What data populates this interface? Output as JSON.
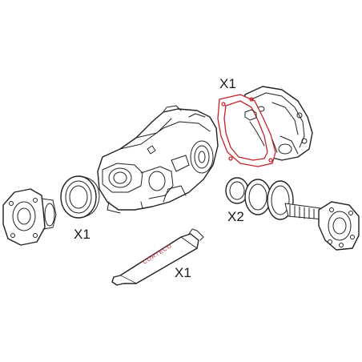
{
  "callouts": {
    "housing_gasket_qty": "X1",
    "input_seal_qty": "X1",
    "axle_seals_qty": "X2",
    "sealant_qty": "X1"
  },
  "sealant_tube": {
    "brand_text": "CORTECO"
  },
  "colors": {
    "line": "#222222",
    "gasket_highlight": "#c8202a",
    "background": "#ffffff"
  }
}
